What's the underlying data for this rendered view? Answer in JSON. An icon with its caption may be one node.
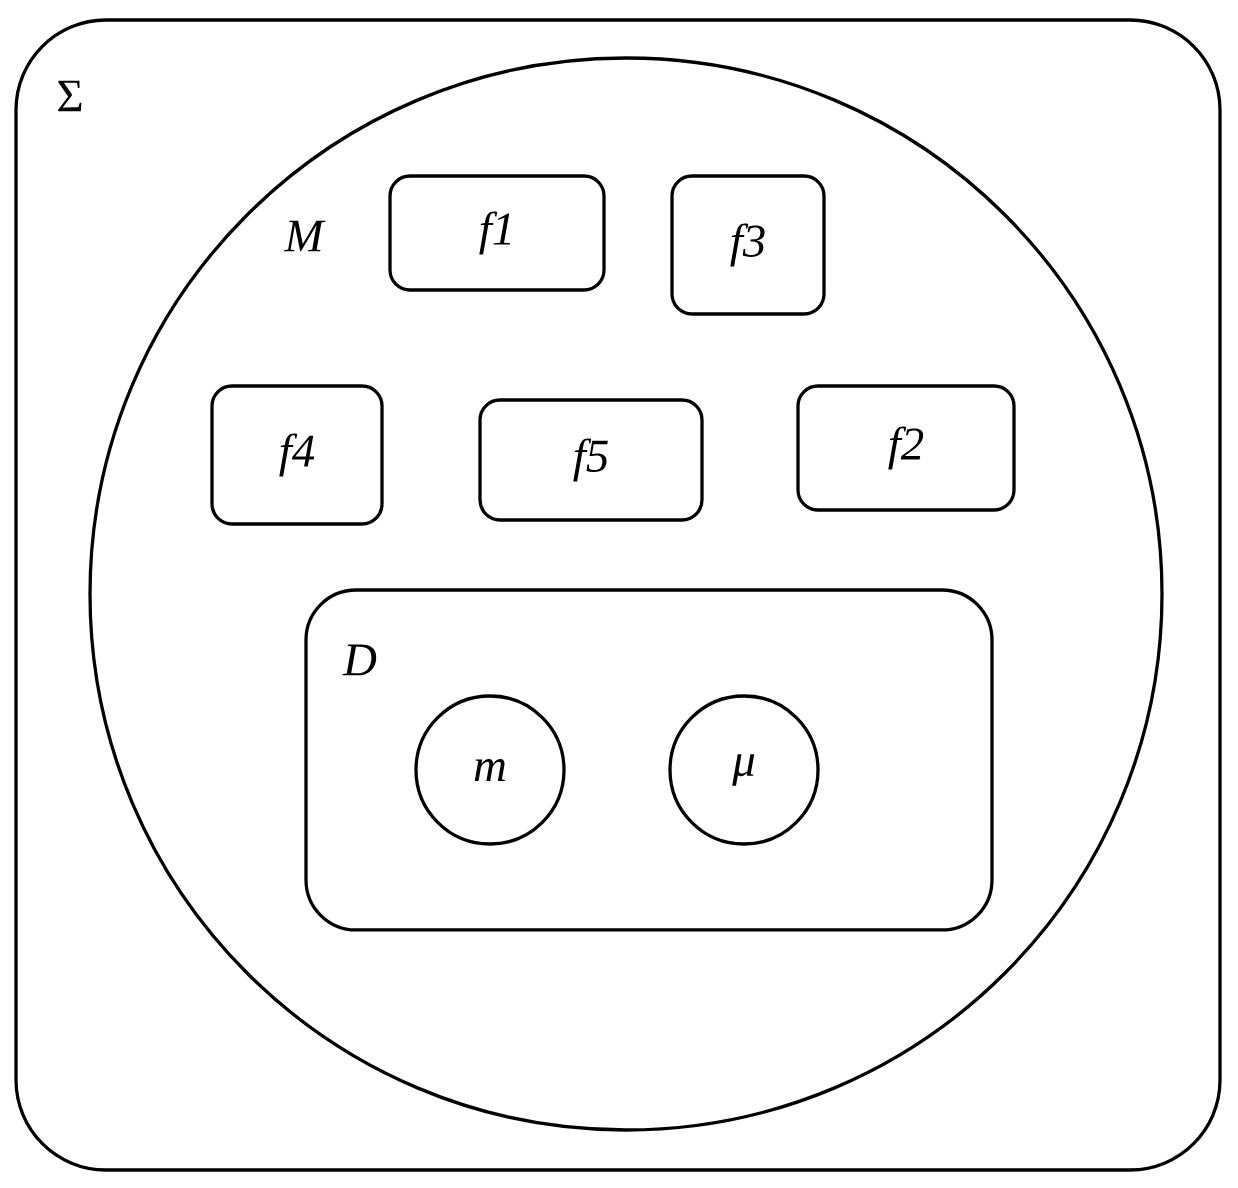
{
  "diagram": {
    "nodes": [
      {
        "text": [
          "Σ"
        ]
      },
      {
        "text": [
          "M"
        ],
        "in": 0
      },
      {
        "text": [
          "f1"
        ],
        "in": 1
      },
      {
        "text": [
          "f3"
        ],
        "in": 1
      },
      {
        "text": [
          "f4"
        ],
        "in": 1
      },
      {
        "text": [
          "f5"
        ],
        "in": 1
      },
      {
        "text": [
          "f2"
        ],
        "in": 1
      },
      {
        "text": [
          "D"
        ],
        "in": 1
      },
      {
        "text": [
          "m"
        ],
        "in": 7
      },
      {
        "text": [
          "μ"
        ],
        "in": 7
      }
    ]
  }
}
